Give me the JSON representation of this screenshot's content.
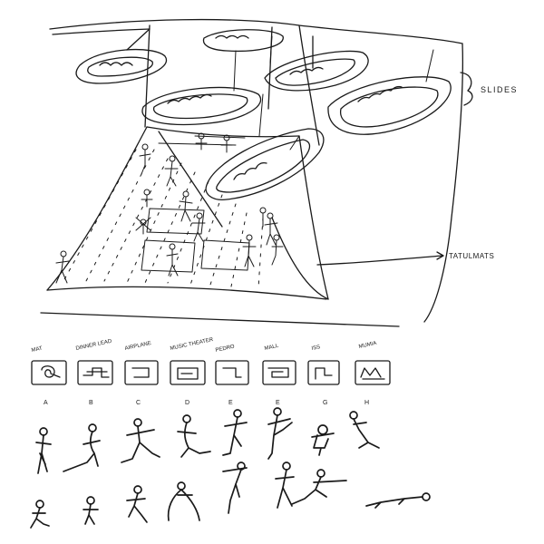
{
  "annotations": {
    "slides": "SLIDES",
    "tatulmats": "TATULMATS"
  },
  "sequence": {
    "labels": [
      "MAT",
      "DINNER LEAD",
      "AIRPLANE",
      "MUSIC THEATER",
      "PEDRO",
      "MALL",
      "ISS",
      "MUMIA"
    ],
    "letters": [
      "A",
      "B",
      "C",
      "D",
      "E",
      "E",
      "G",
      "H"
    ]
  },
  "ink_color": "#1a1a1a"
}
